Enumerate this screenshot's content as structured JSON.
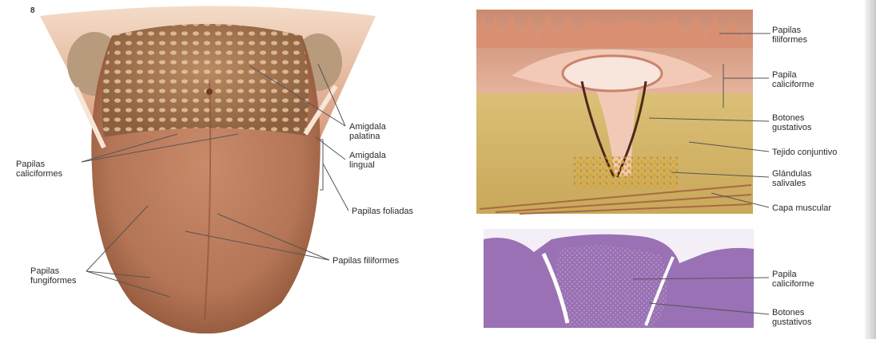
{
  "figure_number": "8",
  "colors": {
    "tongue": "#b97a5c",
    "tongue_dark": "#8e5437",
    "mucosa_pink": "#e9a89a",
    "tissue_yellow": "#dcc27a",
    "histo_purple": "#8a5aa8",
    "background": "#ffffff"
  },
  "tongue_labels": {
    "amigdala_palatina": [
      "Amigdala",
      "palatina"
    ],
    "amigdala_lingual": [
      "Amigdala",
      "lingual"
    ],
    "papilas_caliciformes": [
      "Papilas",
      "caliciformes"
    ],
    "papilas_foliadas": "Papilas foliadas",
    "papilas_filiformes": "Papilas filiformes",
    "papilas_fungiformes": [
      "Papilas",
      "fungiformes"
    ]
  },
  "section_labels": {
    "papilas_filiformes": [
      "Papilas",
      "filiformes"
    ],
    "papila_caliciforme": [
      "Papila",
      "caliciforme"
    ],
    "botones_gustativos": [
      "Botones",
      "gustativos"
    ],
    "tejido_conjuntivo": "Tejido conjuntivo",
    "glandulas_salivales": [
      "Glándulas",
      "salivales"
    ],
    "capa_muscular": "Capa muscular"
  },
  "histo_labels": {
    "papila_caliciforme": [
      "Papila",
      "caliciforme"
    ],
    "botones_gustativos": [
      "Botones",
      "gustativos"
    ]
  }
}
